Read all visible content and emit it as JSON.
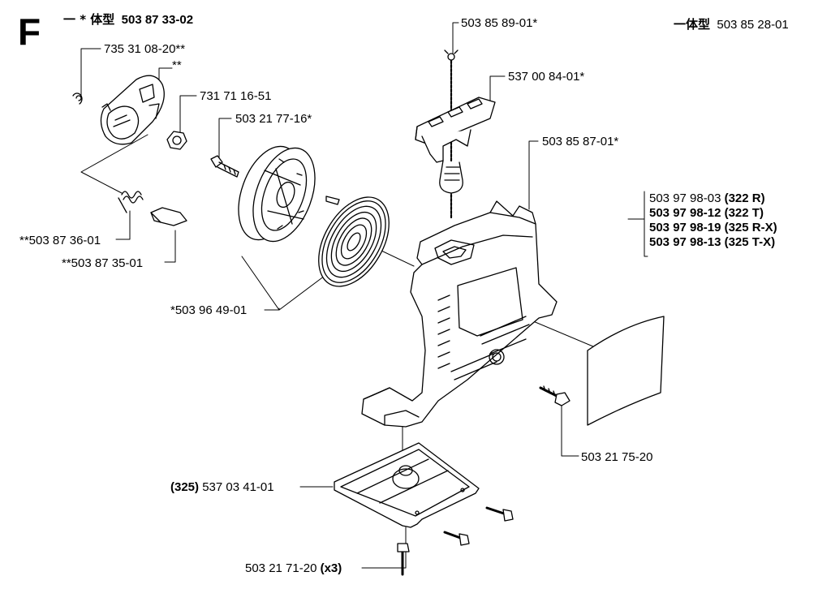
{
  "section_letter": "F",
  "header_left": {
    "prefix": "一 * 体型",
    "number": "503 87 33-02"
  },
  "header_right": {
    "prefix": "一体型",
    "number": "503 85 28-01"
  },
  "labels": {
    "p735": "735 31 08-20**",
    "stars": "**",
    "p731": "731 71 16-51",
    "p50321_77": "503 21 77-16*",
    "p50387_36": "**503 87 36-01",
    "p50387_35": "**503 87 35-01",
    "p50396": "*503 96 49-01",
    "p50385_89": "503 85 89-01*",
    "p537_00": "537 00 84-01*",
    "p50385_87": "503 85 87-01*",
    "p50321_75": "503 21 75-20",
    "p537_03_prefix": "(325)",
    "p537_03": "537 03 41-01",
    "p50321_71": "503 21 71-20",
    "p50321_71_suffix": "(x3)"
  },
  "decal_list": [
    {
      "number": "503 97 98-03",
      "model": "(322 R)",
      "bold_number": false
    },
    {
      "number": "503 97 98-12",
      "model": "(322 T)",
      "bold_number": true
    },
    {
      "number": "503 97 98-19",
      "model": "(325 R-X)",
      "bold_number": true
    },
    {
      "number": "503 97 98-13",
      "model": "(325 T-X)",
      "bold_number": true
    }
  ]
}
